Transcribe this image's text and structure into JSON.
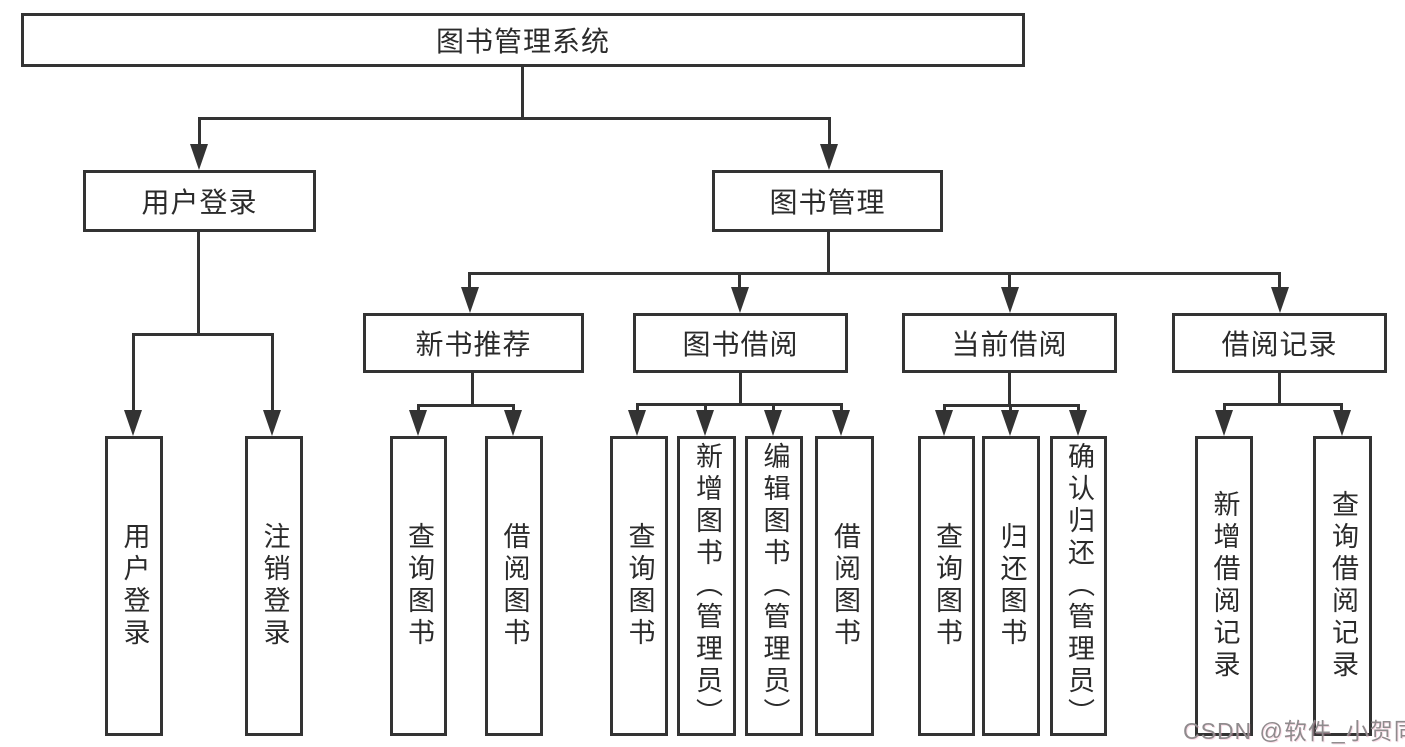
{
  "diagram": {
    "type": "tree",
    "title": "图书管理系统"
  },
  "nodes": {
    "root": {
      "label": "图书管理系统"
    },
    "user_login": {
      "label": "用户登录"
    },
    "book_mgmt": {
      "label": "图书管理"
    },
    "new_book_rec": {
      "label": "新书推荐"
    },
    "book_borrow": {
      "label": "图书借阅"
    },
    "current_borrow": {
      "label": "当前借阅"
    },
    "borrow_records": {
      "label": "借阅记录"
    },
    "leaf_user_login": {
      "label": "用户登录"
    },
    "leaf_logout": {
      "label": "注销登录"
    },
    "leaf_nb_query": {
      "label": "查询图书"
    },
    "leaf_nb_borrow": {
      "label": "借阅图书"
    },
    "leaf_bb_query": {
      "label": "查询图书"
    },
    "leaf_bb_add": {
      "label": "新增图书（管理员）"
    },
    "leaf_bb_edit": {
      "label": "编辑图书（管理员）"
    },
    "leaf_bb_borrow": {
      "label": "借阅图书"
    },
    "leaf_cb_query": {
      "label": "查询图书"
    },
    "leaf_cb_return": {
      "label": "归还图书"
    },
    "leaf_cb_confirm": {
      "label": "确认归还（管理员）"
    },
    "leaf_br_add": {
      "label": "新增借阅记录"
    },
    "leaf_br_query": {
      "label": "查询借阅记录"
    }
  },
  "edges": [
    [
      "root",
      "user_login"
    ],
    [
      "root",
      "book_mgmt"
    ],
    [
      "user_login",
      "leaf_user_login"
    ],
    [
      "user_login",
      "leaf_logout"
    ],
    [
      "book_mgmt",
      "new_book_rec"
    ],
    [
      "book_mgmt",
      "book_borrow"
    ],
    [
      "book_mgmt",
      "current_borrow"
    ],
    [
      "book_mgmt",
      "borrow_records"
    ],
    [
      "new_book_rec",
      "leaf_nb_query"
    ],
    [
      "new_book_rec",
      "leaf_nb_borrow"
    ],
    [
      "book_borrow",
      "leaf_bb_query"
    ],
    [
      "book_borrow",
      "leaf_bb_add"
    ],
    [
      "book_borrow",
      "leaf_bb_edit"
    ],
    [
      "book_borrow",
      "leaf_bb_borrow"
    ],
    [
      "current_borrow",
      "leaf_cb_query"
    ],
    [
      "current_borrow",
      "leaf_cb_return"
    ],
    [
      "current_borrow",
      "leaf_cb_confirm"
    ],
    [
      "borrow_records",
      "leaf_br_add"
    ],
    [
      "borrow_records",
      "leaf_br_query"
    ]
  ],
  "watermark": {
    "text": "CSDN @软件_小贺同学"
  },
  "colors": {
    "line": "#333333",
    "text": "#2b2b2b",
    "background": "#ffffff",
    "watermark": "#8f8b8d"
  }
}
